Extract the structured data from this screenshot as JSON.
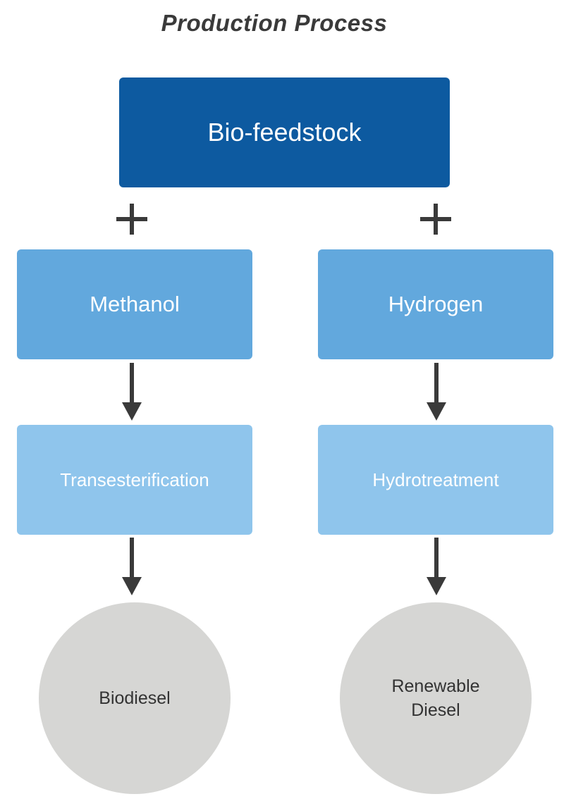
{
  "title": "Production Process",
  "nodes": {
    "feedstock": "Bio-feedstock",
    "methanol": "Methanol",
    "hydrogen": "Hydrogen",
    "transesterification": "Transesterification",
    "hydrotreatment": "Hydrotreatment",
    "biodiesel": "Biodiesel",
    "renewable_diesel": "Renewable Diesel"
  },
  "colors": {
    "feedstock": "#0d5aa0",
    "reactant": "#62a8dd",
    "process": "#8fc5ec",
    "product": "#d6d6d4",
    "connector": "#3a3a3a"
  },
  "icons": {
    "plus": "plus-icon",
    "arrow": "arrow-down-icon"
  }
}
